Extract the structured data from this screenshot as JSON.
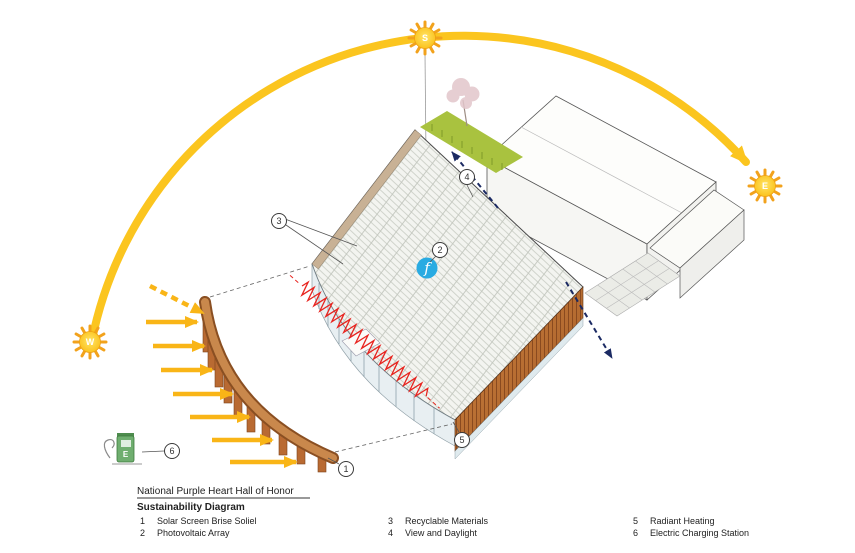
{
  "title": "National Purple Heart Hall of Honor",
  "subtitle": "Sustainability Diagram",
  "suns": {
    "west": "W",
    "south": "S",
    "east": "E"
  },
  "fan_label": "f",
  "charger_label": "E",
  "legend": {
    "items": [
      {
        "num": "1",
        "label": "Solar Screen Brise Soliel"
      },
      {
        "num": "2",
        "label": "Photovoltaic Array"
      },
      {
        "num": "3",
        "label": "Recyclable Materials"
      },
      {
        "num": "4",
        "label": "View and Daylight"
      },
      {
        "num": "5",
        "label": "Radiant Heating"
      },
      {
        "num": "6",
        "label": "Electric Charging Station"
      }
    ]
  },
  "colors": {
    "sun_path": "#fbc51f",
    "sun_arrow": "#f9b517",
    "radiant_heating": "#e8241f",
    "view_arrow": "#1b2a63",
    "fan_symbol": "#29abe2",
    "copper": "#b5672f",
    "grass": "#a9c23f"
  }
}
